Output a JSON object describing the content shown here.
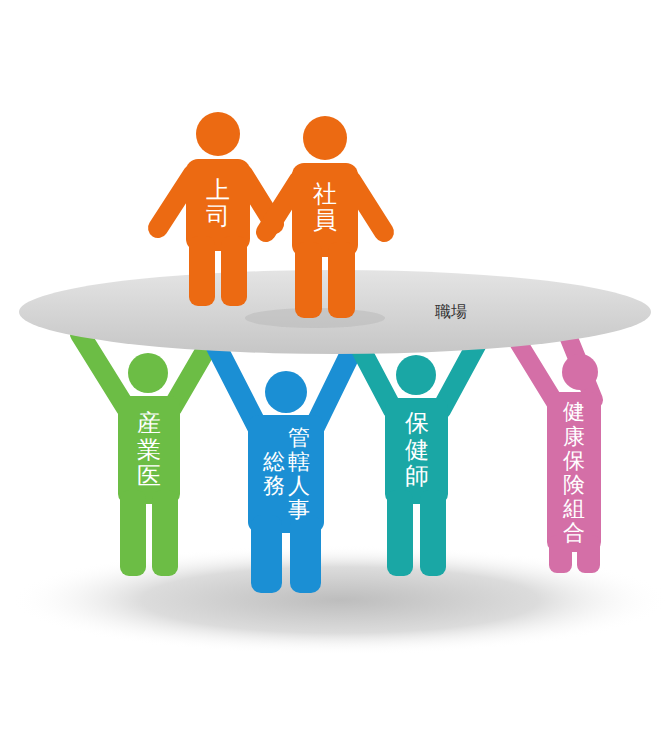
{
  "diagram": {
    "nodes": [
      {
        "text": [
          "上司"
        ]
      },
      {
        "text": [
          "社員"
        ]
      },
      {
        "text": [
          "職場"
        ]
      },
      {
        "text": [
          "産業医"
        ]
      },
      {
        "text": [
          "管轄人事",
          "総務"
        ]
      },
      {
        "text": [
          "保健師"
        ]
      },
      {
        "text": [
          "健康保険組合"
        ]
      }
    ]
  }
}
